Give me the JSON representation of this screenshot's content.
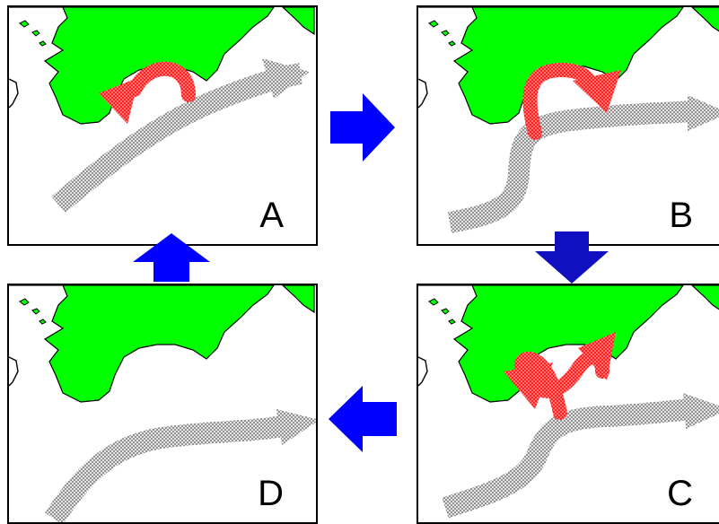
{
  "panels": [
    {
      "id": "A",
      "label": "A"
    },
    {
      "id": "B",
      "label": "B"
    },
    {
      "id": "C",
      "label": "C"
    },
    {
      "id": "D",
      "label": "D"
    }
  ],
  "colors": {
    "land": "#00ff00",
    "current": "#c8c8c8",
    "eddy": "#ff2a2a",
    "flow_arrow": "#0000ff",
    "flow_arrow_dark": "#1010c0",
    "border": "#000000"
  },
  "icons": {
    "flow_right": "arrow-right-icon",
    "flow_down": "arrow-down-icon",
    "flow_left": "arrow-left-icon",
    "flow_up": "arrow-up-icon"
  }
}
